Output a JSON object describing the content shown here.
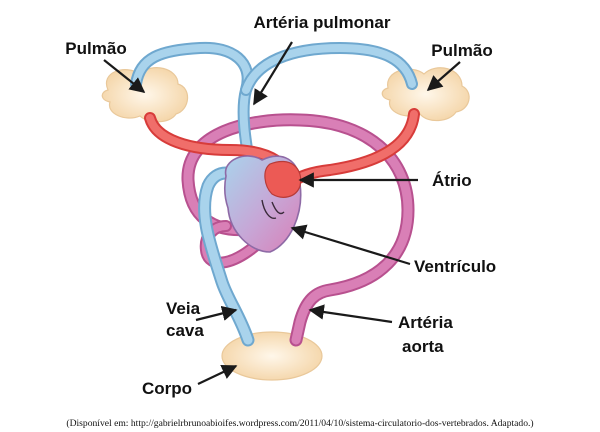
{
  "labels": {
    "arteria_pulmonar": "Artéria pulmonar",
    "pulmao_left": "Pulmão",
    "pulmao_right": "Pulmão",
    "atrio": "Átrio",
    "ventriculo": "Ventrículo",
    "veia_cava_line1": "Veia",
    "veia_cava_line2": "cava",
    "arteria_aorta_line1": "Artéria",
    "arteria_aorta_line2": "aorta",
    "corpo": "Corpo"
  },
  "caption": "(Disponível em: http://gabrielrbrunoabioifes.wordpress.com/2011/04/10/sistema-circulatorio-dos-vertebrados. Adaptado.)",
  "colors": {
    "venous_blue": "#a9d3ec",
    "venous_blue_stroke": "#6fa8cf",
    "arterial_pink": "#d97fb6",
    "arterial_pink_stroke": "#b8518f",
    "oxygenated_red": "#e8514f",
    "organ_fill": "#f8e2c0",
    "arrow": "#1a1a1a"
  }
}
